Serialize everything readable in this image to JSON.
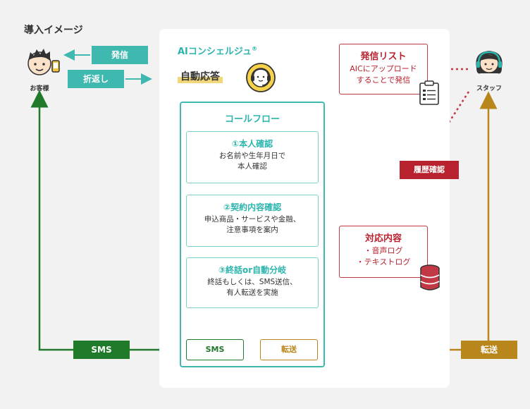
{
  "page_title": "導入イメージ",
  "brand": {
    "name": "AIコンシェルジュ",
    "mark": "®"
  },
  "auto_response_label": "自動応答",
  "customer_label": "お客様",
  "staff_label": "スタッフ",
  "tags": {
    "outgoing_call": "発信",
    "callback": "折返し",
    "sms": "SMS",
    "transfer": "転送",
    "history_check": "履歴確認"
  },
  "call_flow": {
    "title": "コールフロー",
    "steps": [
      {
        "title": "①本人確認",
        "desc1": "お名前や生年月日で",
        "desc2": "本人確認"
      },
      {
        "title": "②契約内容確認",
        "desc1": "申込商品・サービスや金融、",
        "desc2": "注意事項を案内"
      },
      {
        "title": "③終話or自動分岐",
        "desc1": "終話もしくは、SMS送信、",
        "desc2": "有人転送を実施"
      }
    ],
    "outputs": {
      "sms": "SMS",
      "transfer": "転送"
    }
  },
  "call_list": {
    "title": "発信リスト",
    "desc1": "AICにアップロード",
    "desc2": "することで発信"
  },
  "response_content": {
    "title": "対応内容",
    "item1": "・音声ログ",
    "item2": "・テキストログ"
  },
  "colors": {
    "teal": "#3fb8b0",
    "green": "#1f7a2a",
    "amber": "#b8861a",
    "red": "#b8222e",
    "highlight": "#f1d77a"
  }
}
